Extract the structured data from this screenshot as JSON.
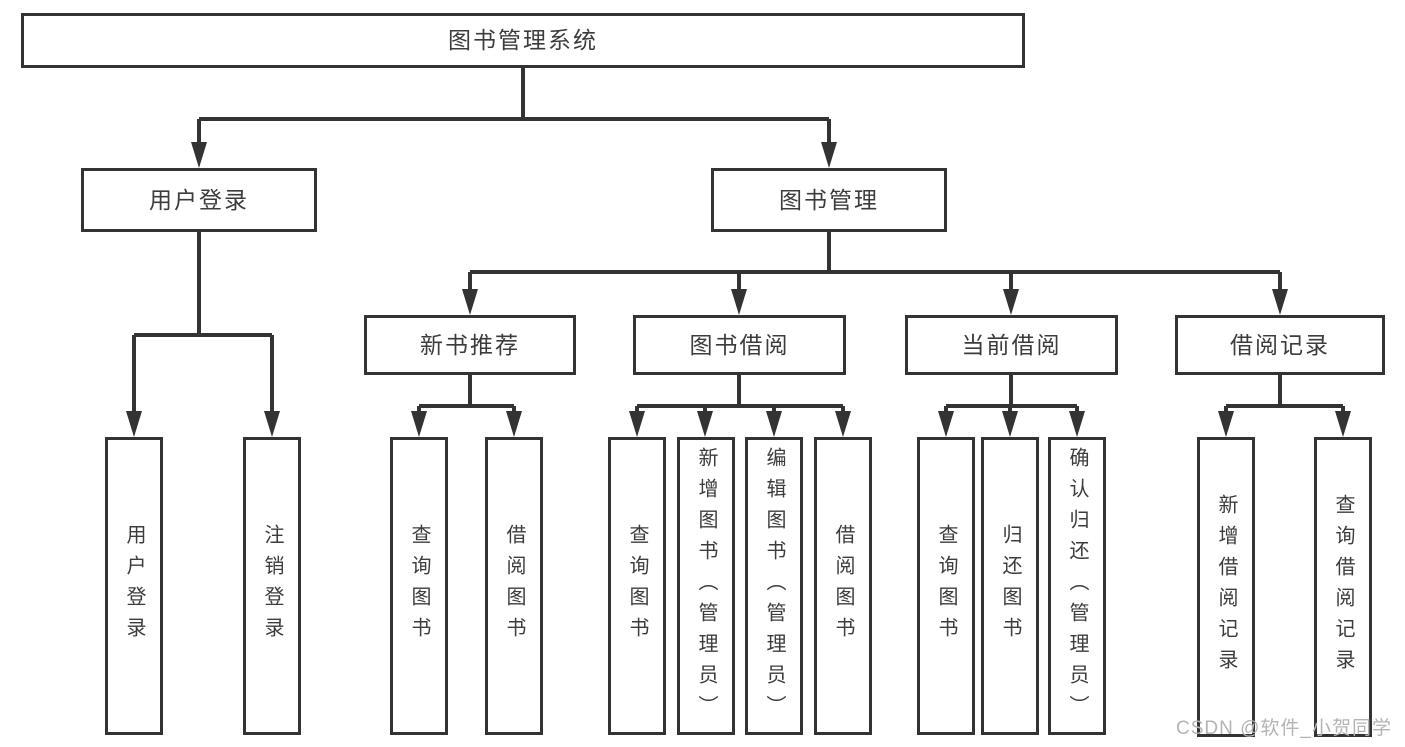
{
  "nodes": {
    "root": {
      "label": "图书管理系统"
    },
    "user_login": {
      "label": "用户登录"
    },
    "book_mgmt": {
      "label": "图书管理"
    },
    "new_book_rec": {
      "label": "新书推荐"
    },
    "book_borrow": {
      "label": "图书借阅"
    },
    "current_borrow": {
      "label": "当前借阅"
    },
    "borrow_record": {
      "label": "借阅记录"
    },
    "u1": {
      "label": "用户登录"
    },
    "u2": {
      "label": "注销登录"
    },
    "n1": {
      "label": "查询图书"
    },
    "n2": {
      "label": "借阅图书"
    },
    "b1": {
      "label": "查询图书"
    },
    "b2": {
      "label": "新增图书（管理员）"
    },
    "b3": {
      "label": "编辑图书（管理员）"
    },
    "b4": {
      "label": "借阅图书"
    },
    "c1": {
      "label": "查询图书"
    },
    "c2": {
      "label": "归还图书"
    },
    "c3": {
      "label": "确认归还（管理员）"
    },
    "r1": {
      "label": "新增借阅记录"
    },
    "r2": {
      "label": "查询借阅记录"
    }
  },
  "hierarchy": {
    "图书管理系统": [
      "用户登录",
      "图书管理"
    ],
    "用户登录": [
      "用户登录",
      "注销登录"
    ],
    "图书管理": [
      "新书推荐",
      "图书借阅",
      "当前借阅",
      "借阅记录"
    ],
    "新书推荐": [
      "查询图书",
      "借阅图书"
    ],
    "图书借阅": [
      "查询图书",
      "新增图书（管理员）",
      "编辑图书（管理员）",
      "借阅图书"
    ],
    "当前借阅": [
      "查询图书",
      "归还图书",
      "确认归还（管理员）"
    ],
    "借阅记录": [
      "新增借阅记录",
      "查询借阅记录"
    ]
  },
  "watermark": {
    "text": "CSDN @软件_小贺同学"
  },
  "colors": {
    "line": "#333333",
    "text": "#3c3c3c",
    "watermark": "#b4b4b4",
    "background": "#ffffff"
  }
}
